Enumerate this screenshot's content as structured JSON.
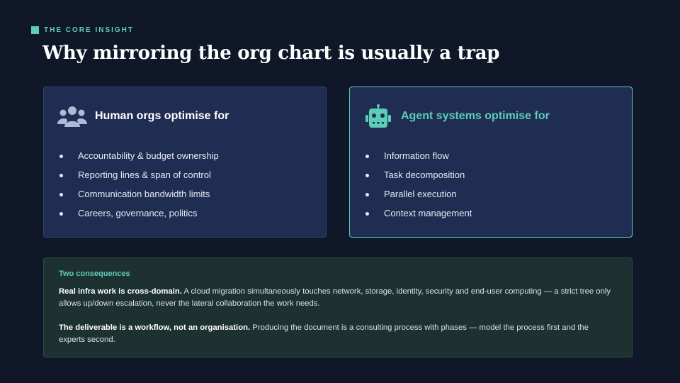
{
  "header": {
    "eyebrow": "THE CORE INSIGHT",
    "title": "Why mirroring the org chart is usually a trap"
  },
  "colors": {
    "background": "#0f1729",
    "card": "#1f2d52",
    "accent": "#5ecdb8",
    "consequences_bg": "#1d3131"
  },
  "human_card": {
    "icon": "people-icon",
    "title": "Human orgs optimise for",
    "items": [
      "Accountability & budget ownership",
      "Reporting lines & span of control",
      "Communication bandwidth limits",
      "Careers, governance, politics"
    ]
  },
  "agent_card": {
    "icon": "robot-icon",
    "title": "Agent systems optimise for",
    "items": [
      "Information flow",
      "Task decomposition",
      "Parallel execution",
      "Context management"
    ]
  },
  "consequences": {
    "title": "Two consequences",
    "points": [
      {
        "lead": "Real infra work is cross-domain.",
        "text": " A cloud migration simultaneously touches network, storage, identity, security and end-user computing — a strict tree only allows up/down escalation, never the lateral collaboration the work needs."
      },
      {
        "lead": "The deliverable is a workflow, not an organisation.",
        "text": " Producing the document is a consulting process with phases — model the process first and the experts second."
      }
    ]
  }
}
